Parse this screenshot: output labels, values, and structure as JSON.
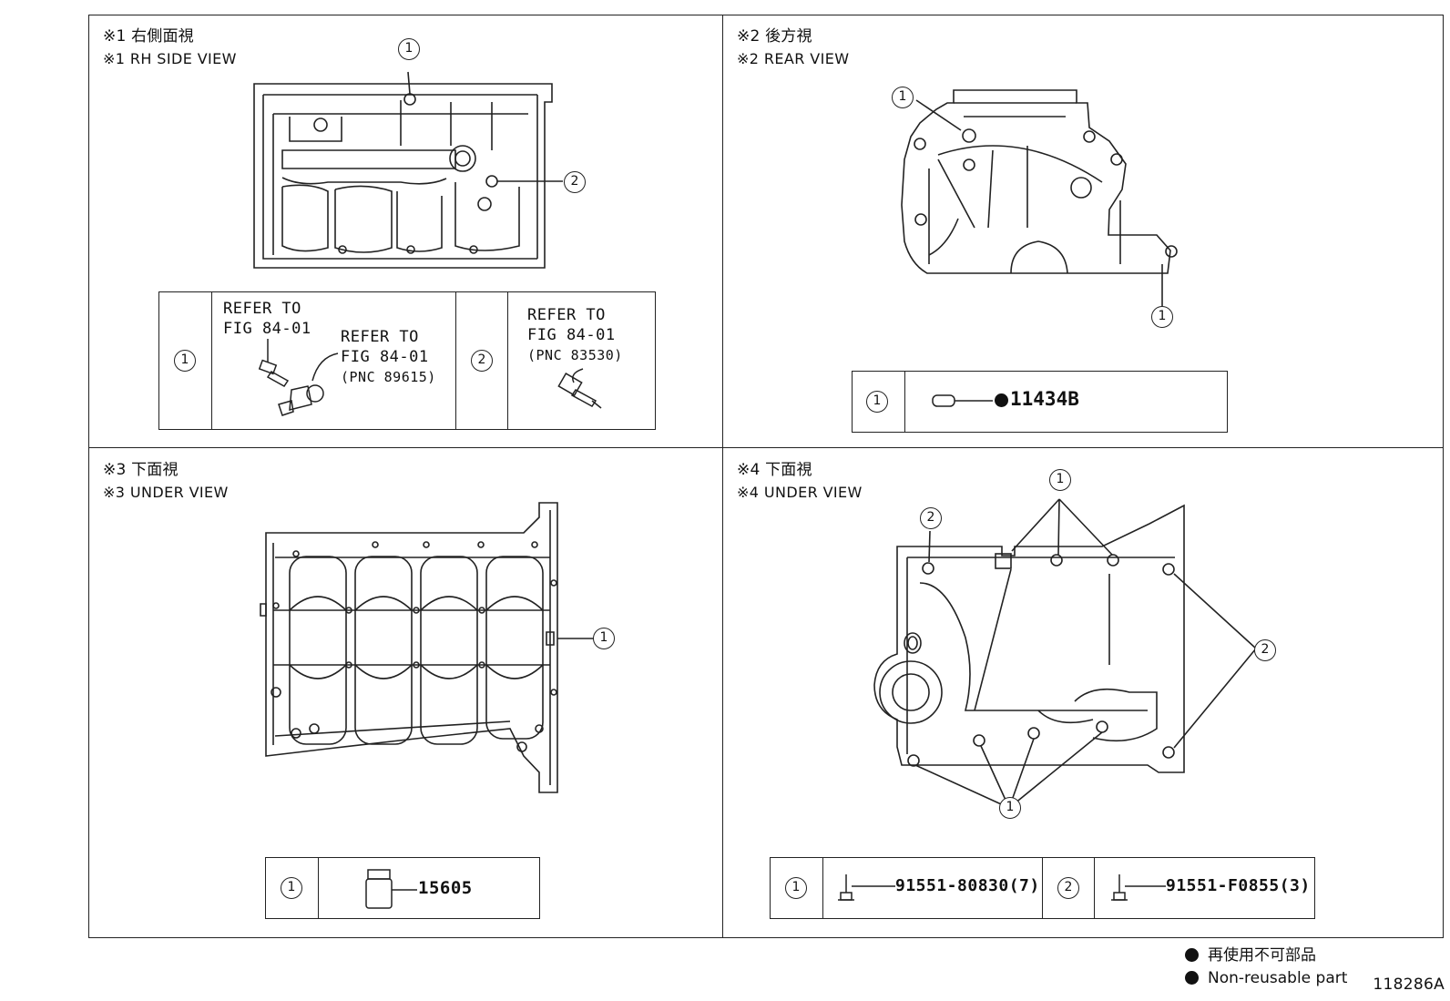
{
  "panels": [
    {
      "title_jp": "※1 右側面視",
      "title_en": "※1 RH SIDE VIEW",
      "table": [
        {
          "key": "1",
          "lines": [
            "REFER TO",
            "FIG 84-01"
          ],
          "lines2": [
            "REFER TO",
            "FIG 84-01",
            "(PNC 89615)"
          ]
        },
        {
          "key": "2",
          "lines": [
            "REFER TO",
            "FIG 84-01",
            "(PNC 83530)"
          ]
        }
      ],
      "callouts": [
        "1",
        "2"
      ]
    },
    {
      "title_jp": "※2 後方視",
      "title_en": "※2 REAR VIEW",
      "table": [
        {
          "key": "1",
          "part": "11434B"
        }
      ],
      "callouts": [
        "1",
        "1"
      ]
    },
    {
      "title_jp": "※3 下面視",
      "title_en": "※3 UNDER VIEW",
      "table": [
        {
          "key": "1",
          "part": "15605"
        }
      ],
      "callouts": [
        "1"
      ]
    },
    {
      "title_jp": "※4 下面視",
      "title_en": "※4 UNDER VIEW",
      "table": [
        {
          "key": "1",
          "part": "91551-80830(7)"
        },
        {
          "key": "2",
          "part": "91551-F0855(3)"
        }
      ],
      "callouts": [
        "1",
        "2",
        "2",
        "1"
      ]
    }
  ],
  "legend": {
    "jp": "再使用不可部品",
    "en": "Non-reusable part"
  },
  "figure_number": "118286A"
}
